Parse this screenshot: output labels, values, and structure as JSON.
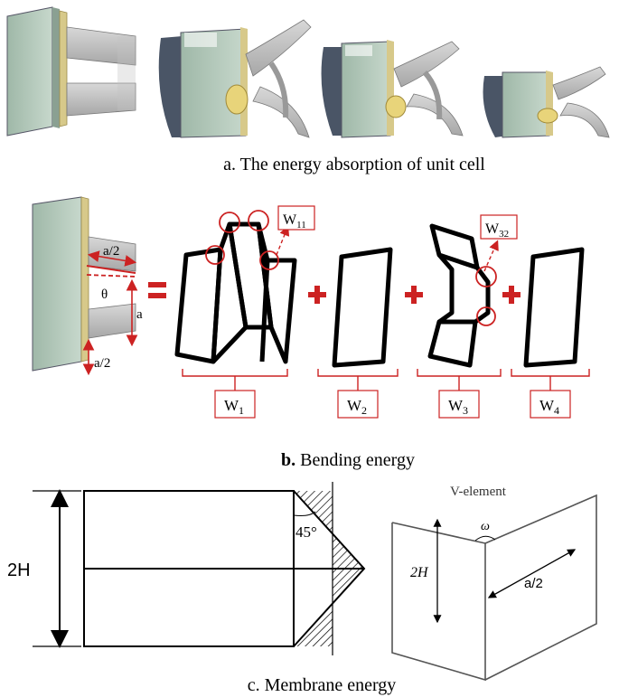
{
  "panel_a": {
    "caption": "a. The energy absorption of unit cell"
  },
  "panel_b": {
    "caption_bold": "b.",
    "caption_rest": " Bending energy",
    "dims": {
      "half_a_top": "a/2",
      "theta": "θ",
      "a": "a",
      "half_a_bottom": "a/2"
    },
    "callouts": {
      "w11_base": "W",
      "w11_sub": "11",
      "w32_base": "W",
      "w32_sub": "32"
    },
    "terms": [
      {
        "base": "W",
        "sub": "1"
      },
      {
        "base": "W",
        "sub": "2"
      },
      {
        "base": "W",
        "sub": "3"
      },
      {
        "base": "W",
        "sub": "4"
      }
    ],
    "colors": {
      "accent": "#cc2222"
    }
  },
  "panel_c": {
    "caption": "c. Membrane energy",
    "height_label": "2H",
    "angle_label": "45°",
    "v_element": {
      "title": "V-element",
      "omega": "ω",
      "height_label": "2H",
      "width_label": "a/2"
    }
  }
}
